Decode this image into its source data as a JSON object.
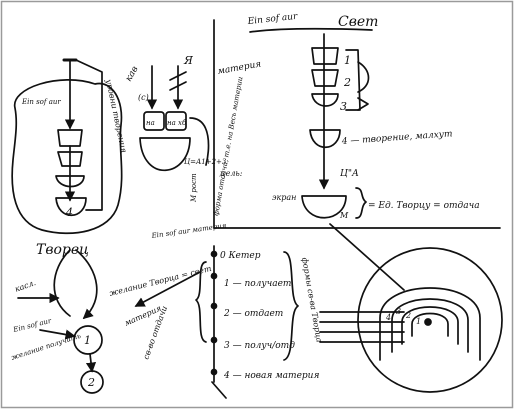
{
  "colors": {
    "ink": "#111111",
    "paper": "#ffffff",
    "frame": "#9a9a9a"
  },
  "labels": {
    "ein_sof_top": "Ein sof aur",
    "svet": "Свет",
    "materia_top": "материя",
    "n1": "1",
    "n2": "2",
    "n3": "3",
    "step4": "4 — творение, малхут",
    "aleph_yud": "Ц\"А",
    "tsel": "цель:",
    "tsel_body": "форма отдачи, т.е. на Весь материи",
    "ekran": "экран",
    "m_mark": "М",
    "formula": "= Ед. Творцу = отдача",
    "kav": "кав",
    "ya": "Я",
    "c_mark": "(с)",
    "na": "на",
    "hb": "на хб",
    "row123": "Ц=А1+2+3",
    "nrost": "М рост",
    "ein_sof_left": "Ein sof aur",
    "urovni": "уровни творения",
    "left4": "4",
    "tvorets": "Творец",
    "kasl": "касл.",
    "ein_sof_mid": "Ein sof aur",
    "zhelanie": "желание получить",
    "node1": "1",
    "node2": "2",
    "ein_sof_center": "Ein sof aur материя",
    "kavana": "желание Творца = свет",
    "materia_mid": "материя",
    "svoistvo": "св-во отдачи",
    "keter": "0 Кетер",
    "c1": "1 — получает",
    "c2": "2 — отдает",
    "c3": "3 — получ/отд",
    "c4": "4 — новая материя",
    "formy": "формы св-ва Творца",
    "sp4": "4",
    "sp3": "3",
    "sp2": "2",
    "sp1": "1"
  }
}
